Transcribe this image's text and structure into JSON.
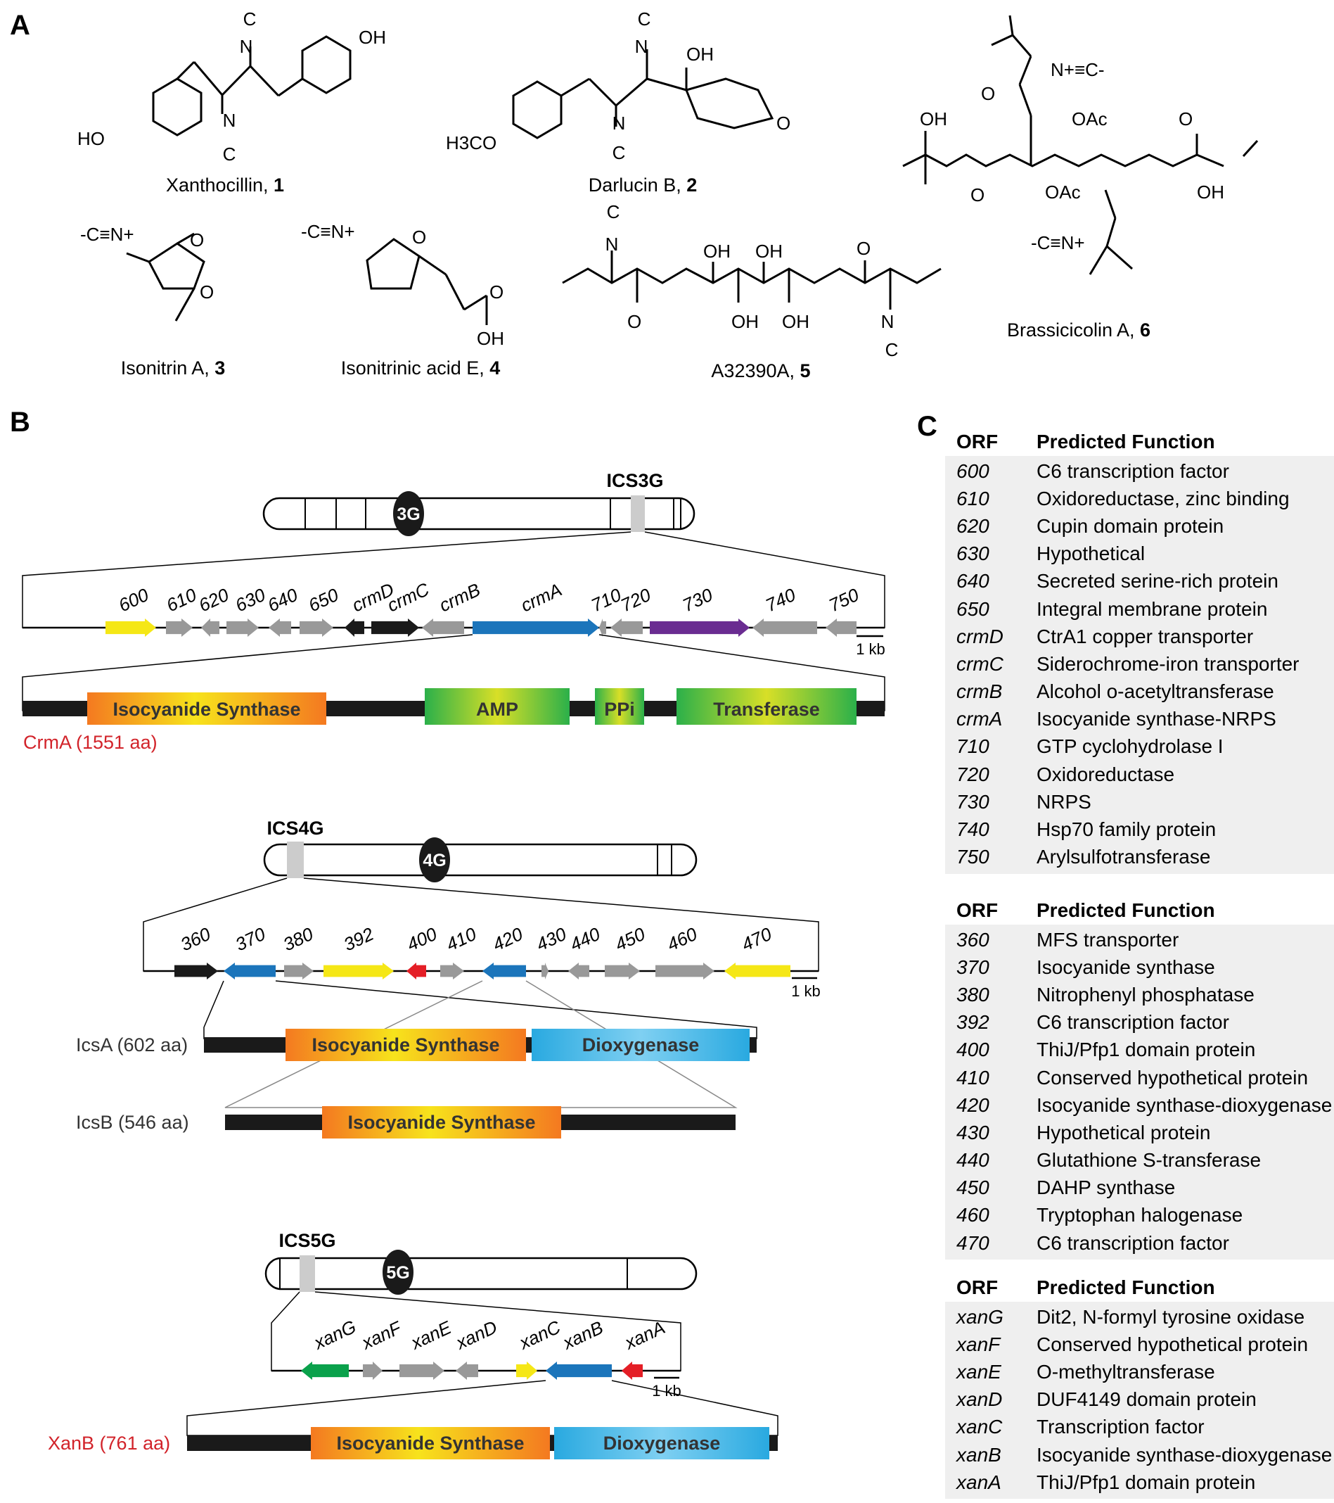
{
  "panels": {
    "a": "A",
    "b": "B",
    "c": "C"
  },
  "compounds": [
    {
      "name": "Xanthocillin, ",
      "num": "1"
    },
    {
      "name": "Darlucin B, ",
      "num": "2"
    },
    {
      "name": "Brassicicolin A, ",
      "num": "6"
    },
    {
      "name": "Isonitrin A, ",
      "num": "3"
    },
    {
      "name": "Isonitrinic acid E, ",
      "num": "4"
    },
    {
      "name": "A32390A, ",
      "num": "5"
    }
  ],
  "atoms": {
    "isocyanide_c": "C",
    "charge_minus": "-",
    "n_plus": "N",
    "charge_plus": "+",
    "oh": "OH",
    "ho": "HO",
    "o": "O",
    "oac": "OAc",
    "h3co": "H3CO",
    "isocyano_left": "-C≡N+",
    "isocyano_right": "N+≡C-"
  },
  "clusters": [
    {
      "chrom_label": "3G",
      "ics_label": "ICS3G",
      "genes": [
        "600",
        "610",
        "620",
        "630",
        "640",
        "650",
        "crmD",
        "crmC",
        "crmB",
        "crmA",
        "710",
        "720",
        "730",
        "740",
        "750"
      ],
      "scale": "1 kb",
      "protein": "CrmA (1551 aa)",
      "domains": [
        "Isocyanide Synthase",
        "AMP",
        "PPi",
        "Transferase"
      ]
    },
    {
      "chrom_label": "4G",
      "ics_label": "ICS4G",
      "genes": [
        "360",
        "370",
        "380",
        "392",
        "400",
        "410",
        "420",
        "430",
        "440",
        "450",
        "460",
        "470"
      ],
      "scale": "1 kb",
      "proteins": [
        {
          "name": "IcsA (602 aa)",
          "domains": [
            "Isocyanide Synthase",
            "Dioxygenase"
          ]
        },
        {
          "name": "IcsB (546 aa)",
          "domains": [
            "Isocyanide Synthase"
          ]
        }
      ]
    },
    {
      "chrom_label": "5G",
      "ics_label": "ICS5G",
      "genes": [
        "xanG",
        "xanF",
        "xanE",
        "xanD",
        "xanC",
        "xanB",
        "xanA"
      ],
      "scale": "1 kb",
      "protein": "XanB (761 aa)",
      "domains": [
        "Isocyanide Synthase",
        "Dioxygenase"
      ]
    }
  ],
  "tables": [
    {
      "headers": [
        "ORF",
        "Predicted Function"
      ],
      "rows": [
        [
          "600",
          "C6 transcription factor"
        ],
        [
          "610",
          "Oxidoreductase, zinc binding"
        ],
        [
          "620",
          "Cupin domain protein"
        ],
        [
          "630",
          "Hypothetical"
        ],
        [
          "640",
          "Secreted serine-rich protein"
        ],
        [
          "650",
          "Integral membrane protein"
        ],
        [
          "crmD",
          "CtrA1 copper transporter"
        ],
        [
          "crmC",
          "Siderochrome-iron transporter"
        ],
        [
          "crmB",
          "Alcohol o-acetyltransferase"
        ],
        [
          "crmA",
          "Isocyanide synthase-NRPS"
        ],
        [
          "710",
          "GTP cyclohydrolase I"
        ],
        [
          "720",
          "Oxidoreductase"
        ],
        [
          "730",
          "NRPS"
        ],
        [
          "740",
          "Hsp70 family protein"
        ],
        [
          "750",
          "Arylsulfotransferase"
        ]
      ]
    },
    {
      "headers": [
        "ORF",
        "Predicted Function"
      ],
      "rows": [
        [
          "360",
          "MFS transporter"
        ],
        [
          "370",
          "Isocyanide synthase"
        ],
        [
          "380",
          "Nitrophenyl phosphatase"
        ],
        [
          "392",
          "C6 transcription factor"
        ],
        [
          "400",
          "ThiJ/Pfp1 domain protein"
        ],
        [
          "410",
          "Conserved hypothetical protein"
        ],
        [
          "420",
          "Isocyanide synthase-dioxygenase"
        ],
        [
          "430",
          "Hypothetical protein"
        ],
        [
          "440",
          "Glutathione S-transferase"
        ],
        [
          "450",
          "DAHP synthase"
        ],
        [
          "460",
          "Tryptophan halogenase"
        ],
        [
          "470",
          "C6 transcription factor"
        ]
      ]
    },
    {
      "headers": [
        "ORF",
        "Predicted Function"
      ],
      "rows": [
        [
          "xanG",
          "Dit2, N-formyl tyrosine oxidase"
        ],
        [
          "xanF",
          "Conserved hypothetical protein"
        ],
        [
          "xanE",
          "O-methyltransferase"
        ],
        [
          "xanD",
          "DUF4149 domain protein"
        ],
        [
          "xanC",
          "Transcription factor"
        ],
        [
          "xanB",
          "Isocyanide synthase-dioxygenase"
        ],
        [
          "xanA",
          "ThiJ/Pfp1 domain protein"
        ]
      ]
    }
  ],
  "colors": {
    "yellow": "#f5e716",
    "gray": "#999999",
    "black": "#1a1a1a",
    "blue": "#1b75bb",
    "purple": "#6a2c91",
    "red": "#e41e26",
    "green": "#0aa14b",
    "protein_label_red": "#d2232a"
  }
}
